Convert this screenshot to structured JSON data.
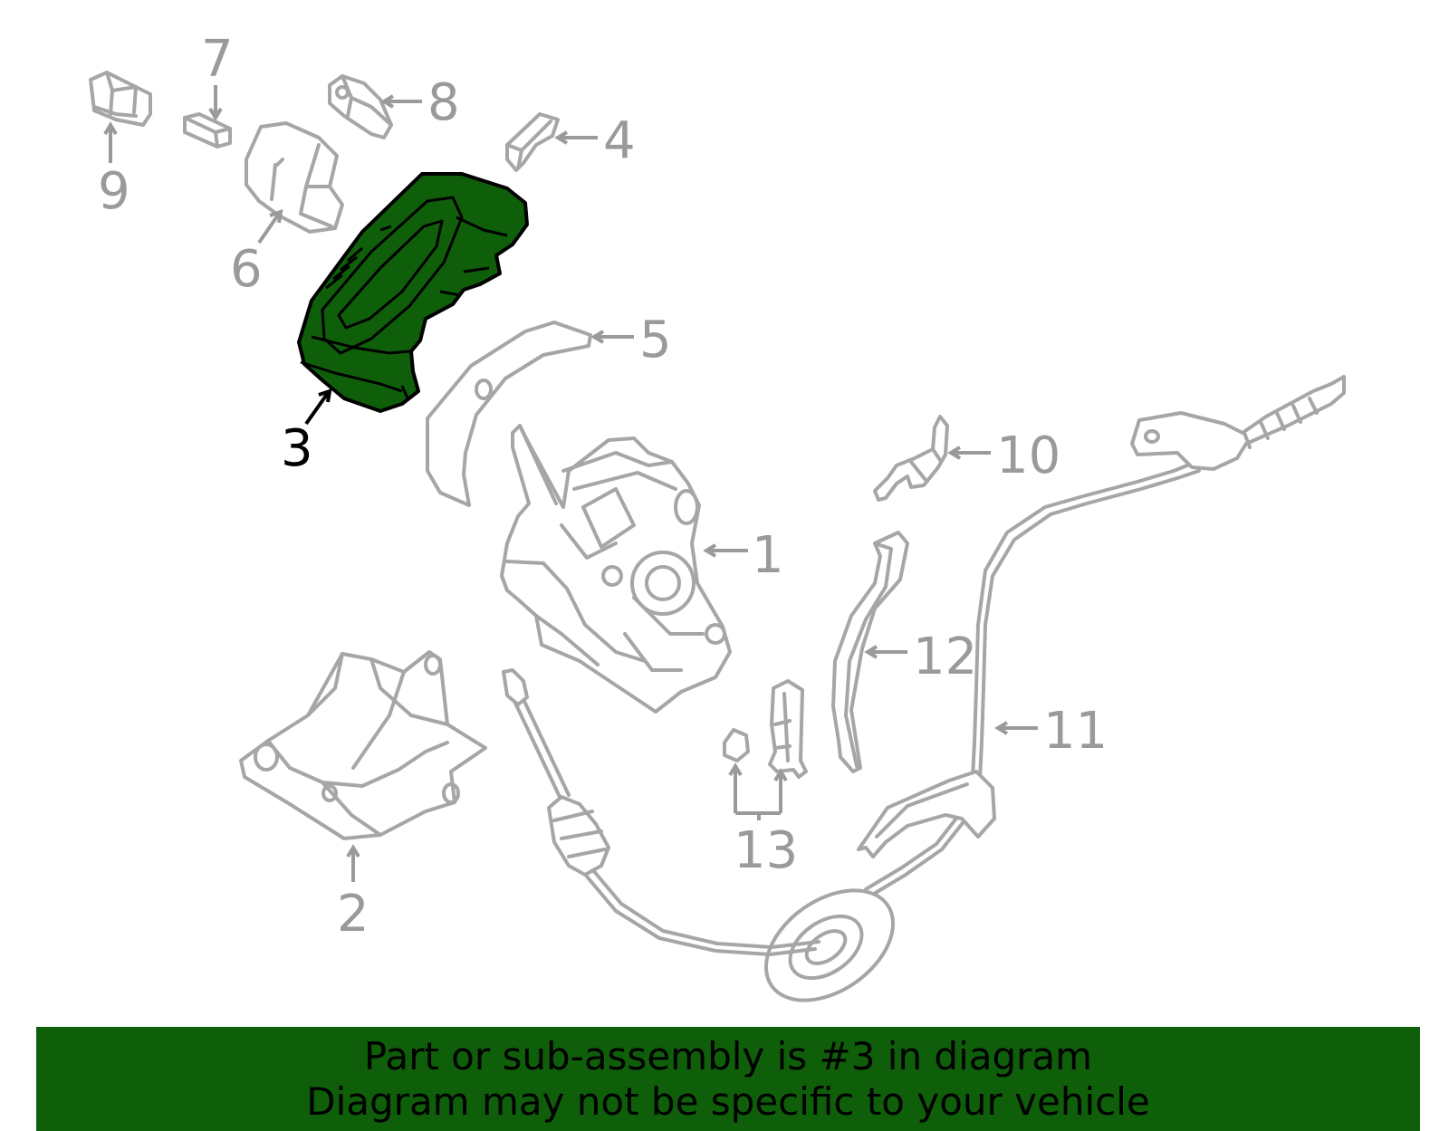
{
  "diagram": {
    "highlight_color": "#0f5e0a",
    "part_color": "#a6a6a6",
    "callouts": [
      {
        "id": "1",
        "label": "1"
      },
      {
        "id": "2",
        "label": "2"
      },
      {
        "id": "3",
        "label": "3",
        "highlighted": true
      },
      {
        "id": "4",
        "label": "4"
      },
      {
        "id": "5",
        "label": "5"
      },
      {
        "id": "6",
        "label": "6"
      },
      {
        "id": "7",
        "label": "7"
      },
      {
        "id": "8",
        "label": "8"
      },
      {
        "id": "9",
        "label": "9"
      },
      {
        "id": "10",
        "label": "10"
      },
      {
        "id": "11",
        "label": "11"
      },
      {
        "id": "12",
        "label": "12"
      },
      {
        "id": "13",
        "label": "13"
      }
    ]
  },
  "banner": {
    "line1": "Part or sub-assembly is #3 in diagram",
    "line2": "Diagram may not be specific to your vehicle",
    "background": "#0f5e0a"
  }
}
